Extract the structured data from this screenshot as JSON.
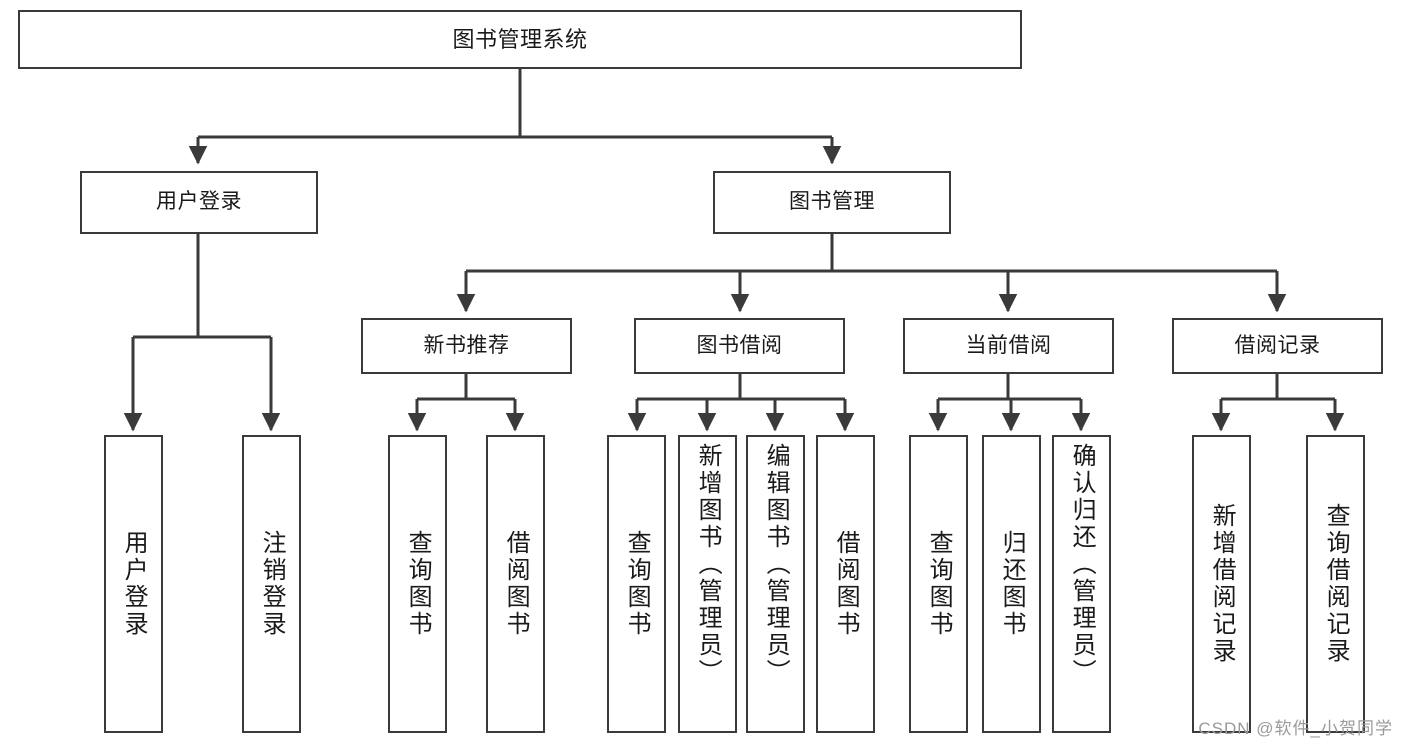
{
  "diagram": {
    "title": "图书管理系统",
    "watermark": "CSDN @软件_小贺同学",
    "stroke_color": "#3a3a3a",
    "text_color": "#1a1a1a",
    "background_color": "#ffffff",
    "watermark_color": "#9a9a9a",
    "type": "tree-hierarchy-chart",
    "levels": 4
  },
  "nodes": {
    "root": {
      "label": "图书管理系统"
    },
    "level2": [
      {
        "id": "user-login",
        "label": "用户登录"
      },
      {
        "id": "book-management",
        "label": "图书管理"
      }
    ],
    "level3": [
      {
        "id": "new-book-recommend",
        "label": "新书推荐"
      },
      {
        "id": "book-borrow",
        "label": "图书借阅"
      },
      {
        "id": "current-borrow",
        "label": "当前借阅"
      },
      {
        "id": "borrow-record",
        "label": "借阅记录"
      }
    ],
    "leaves": [
      {
        "id": "leaf-user-login",
        "label": "用户登录",
        "parent": "user-login"
      },
      {
        "id": "leaf-logout-login",
        "label": "注销登录",
        "parent": "user-login"
      },
      {
        "id": "leaf-query-book-1",
        "label": "查询图书",
        "parent": "new-book-recommend"
      },
      {
        "id": "leaf-borrow-book-1",
        "label": "借阅图书",
        "parent": "new-book-recommend"
      },
      {
        "id": "leaf-query-book-2",
        "label": "查询图书",
        "parent": "book-borrow"
      },
      {
        "id": "leaf-add-book",
        "label": "新增图书（管理员）",
        "parent": "book-borrow"
      },
      {
        "id": "leaf-edit-book",
        "label": "编辑图书（管理员）",
        "parent": "book-borrow"
      },
      {
        "id": "leaf-borrow-book-2",
        "label": "借阅图书",
        "parent": "book-borrow"
      },
      {
        "id": "leaf-query-book-3",
        "label": "查询图书",
        "parent": "current-borrow"
      },
      {
        "id": "leaf-return-book",
        "label": "归还图书",
        "parent": "current-borrow"
      },
      {
        "id": "leaf-confirm-return",
        "label": "确认归还（管理员）",
        "parent": "current-borrow"
      },
      {
        "id": "leaf-add-record",
        "label": "新增借阅记录",
        "parent": "borrow-record"
      },
      {
        "id": "leaf-query-record",
        "label": "查询借阅记录",
        "parent": "borrow-record"
      }
    ]
  }
}
